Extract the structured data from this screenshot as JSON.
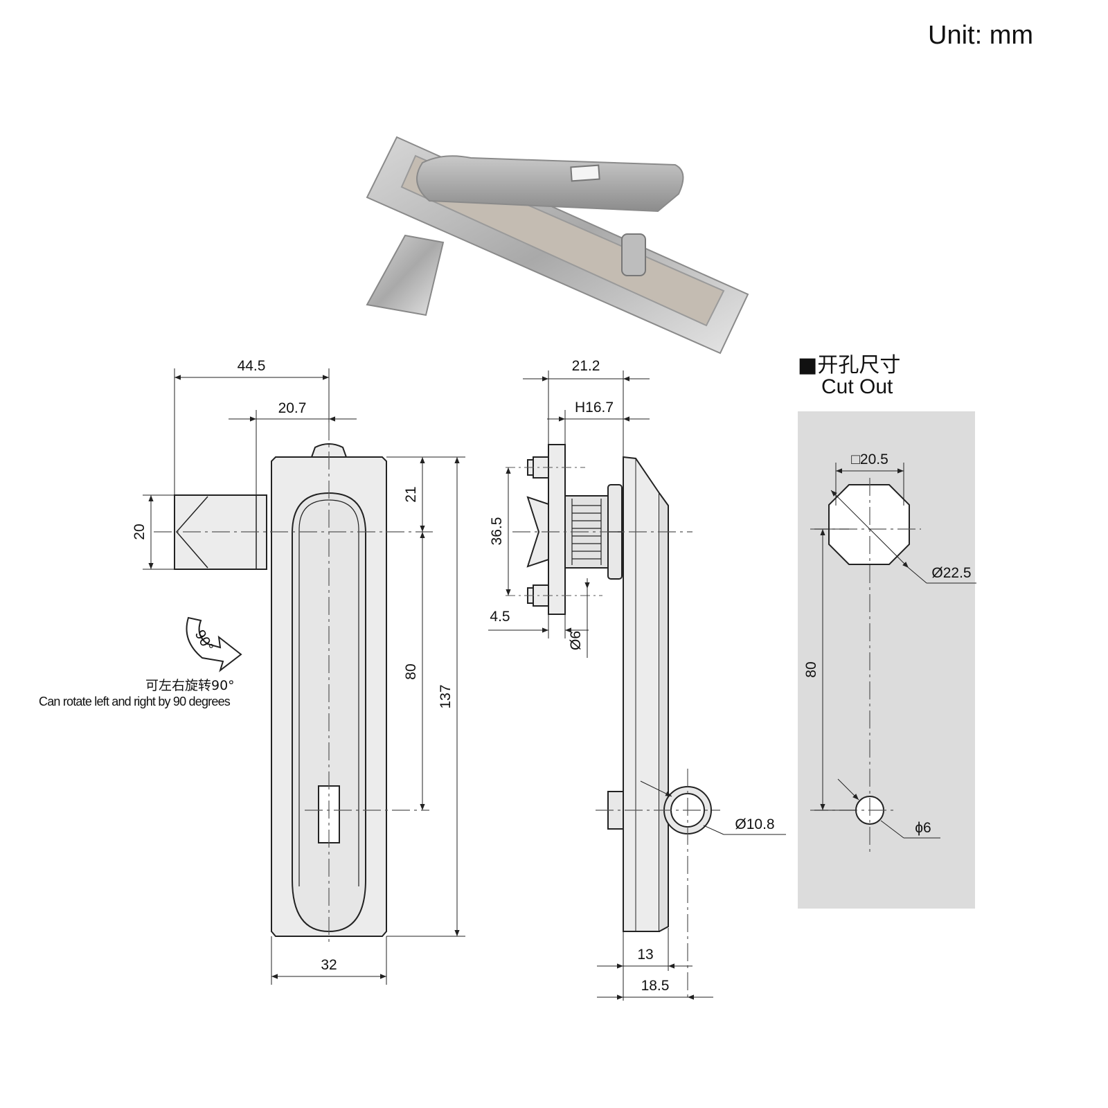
{
  "unit_label": "Unit:  mm",
  "cutout": {
    "title_cn": "■开孔尺寸",
    "title_en": "Cut Out"
  },
  "rotation": {
    "angle_label": "90°",
    "text_cn": "可左右旋转90°",
    "text_en": "Can rotate left and right by 90 degrees"
  },
  "front_view": {
    "dims": {
      "top_overall": "44.5",
      "top_offset": "20.7",
      "cam_height": "20",
      "upper": "21",
      "hole_spacing": "80",
      "total_height": "137",
      "width": "32"
    }
  },
  "side_view": {
    "dims": {
      "top_width": "21.2",
      "h_depth": "H16.7",
      "plate_height": "36.5",
      "plate_thick": "4.5",
      "bolt_dia": "Ø6",
      "ring_dia": "Ø10.8",
      "depth_a": "13",
      "depth_b": "18.5"
    }
  },
  "cutout_view": {
    "dims": {
      "square": "□20.5",
      "circle": "Ø22.5",
      "spacing": "80",
      "small_hole": "ϕ6"
    }
  },
  "colors": {
    "line": "#222222",
    "body_fill": "#ececec",
    "cutout_bg": "#dcdcdc",
    "center_line": "#555555"
  }
}
